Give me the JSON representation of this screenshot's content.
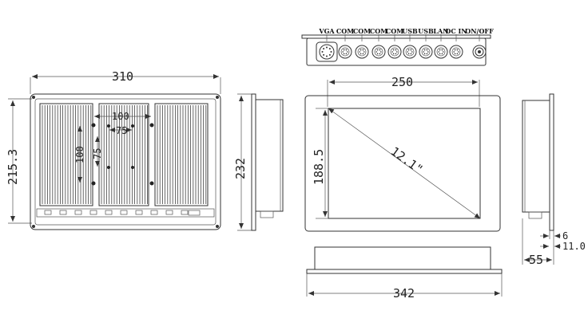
{
  "ports": [
    "VGA",
    "COM",
    "COM",
    "COM",
    "COM",
    "USB",
    "USB",
    "LAN",
    "DC IN",
    "ON/OFF"
  ],
  "dimensions": {
    "back_width": "310",
    "back_height": "215.3",
    "vesa_outer_w": "100",
    "vesa_inner_w": "75",
    "vesa_outer_h": "100",
    "vesa_inner_h": "75",
    "side_height": "232",
    "display_width": "250",
    "display_height": "188.5",
    "diagonal": "12.1\"",
    "front_width": "342",
    "side_gap": "6",
    "side_flange": "11.0",
    "side_depth": "55"
  }
}
